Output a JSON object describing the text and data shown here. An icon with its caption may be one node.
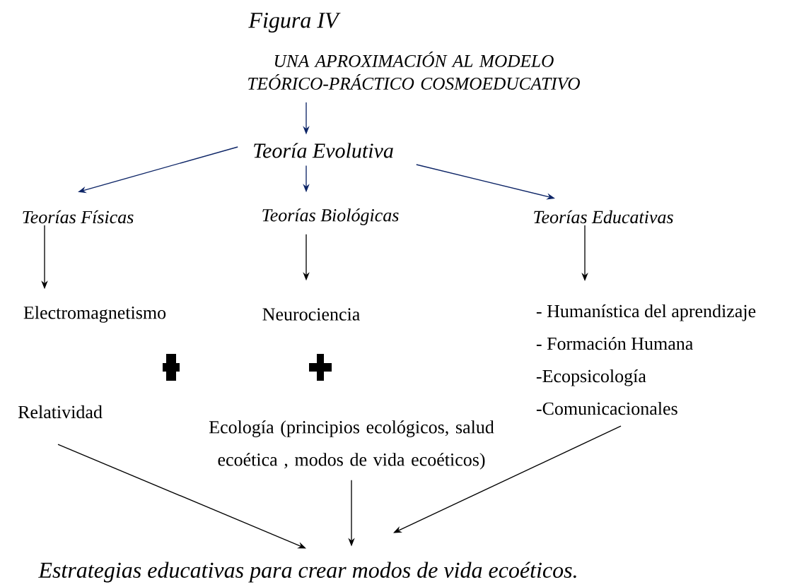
{
  "diagram": {
    "title": "Figura IV",
    "nodes": [
      {
        "text": [
          "Teoría Evolutiva"
        ]
      },
      {
        "text": [
          "Teorías Físicas"
        ]
      },
      {
        "text": [
          "Teorías Biológicas"
        ]
      },
      {
        "text": [
          "Teorías Educativas"
        ]
      },
      {
        "text": [
          "Electromagnetismo"
        ]
      },
      {
        "text": [
          "Neurociencia"
        ]
      },
      {
        "text": [
          "- Humanística del aprendizaje",
          "- Formación Humana",
          "-Ecopsicología",
          "-Comunicacionales"
        ]
      },
      {
        "text": [
          "Relatividad"
        ]
      },
      {
        "text": [
          "Ecología (principios ecológicos, salud ecoética , modos de vida ecoéticos)"
        ]
      },
      {
        "text": [
          "Estrategias educativas para crear modos de vida ecoéticos."
        ]
      }
    ],
    "edges": [
      {
        "from": null,
        "to": 0,
        "arrow": "to",
        "color": "#0c2466"
      },
      {
        "from": 0,
        "to": 1,
        "arrow": "to",
        "color": "#0c2466"
      },
      {
        "from": 0,
        "to": 2,
        "arrow": "to",
        "color": "#0c2466"
      },
      {
        "from": 0,
        "to": 3,
        "arrow": "to",
        "color": "#0c2466"
      },
      {
        "from": 1,
        "to": 4,
        "arrow": "to"
      },
      {
        "from": 2,
        "to": 5,
        "arrow": "to"
      },
      {
        "from": 3,
        "to": 6,
        "arrow": "to"
      },
      {
        "from": 7,
        "to": 9,
        "arrow": "to"
      },
      {
        "from": 8,
        "to": 9,
        "arrow": "to"
      },
      {
        "from": 6,
        "to": 9,
        "arrow": "to"
      }
    ],
    "labels": [
      "UNA APROXIMACIÓN AL MODELO TEÓRICO-PRÁCTICO COSMOEDUCATIVO"
    ]
  }
}
